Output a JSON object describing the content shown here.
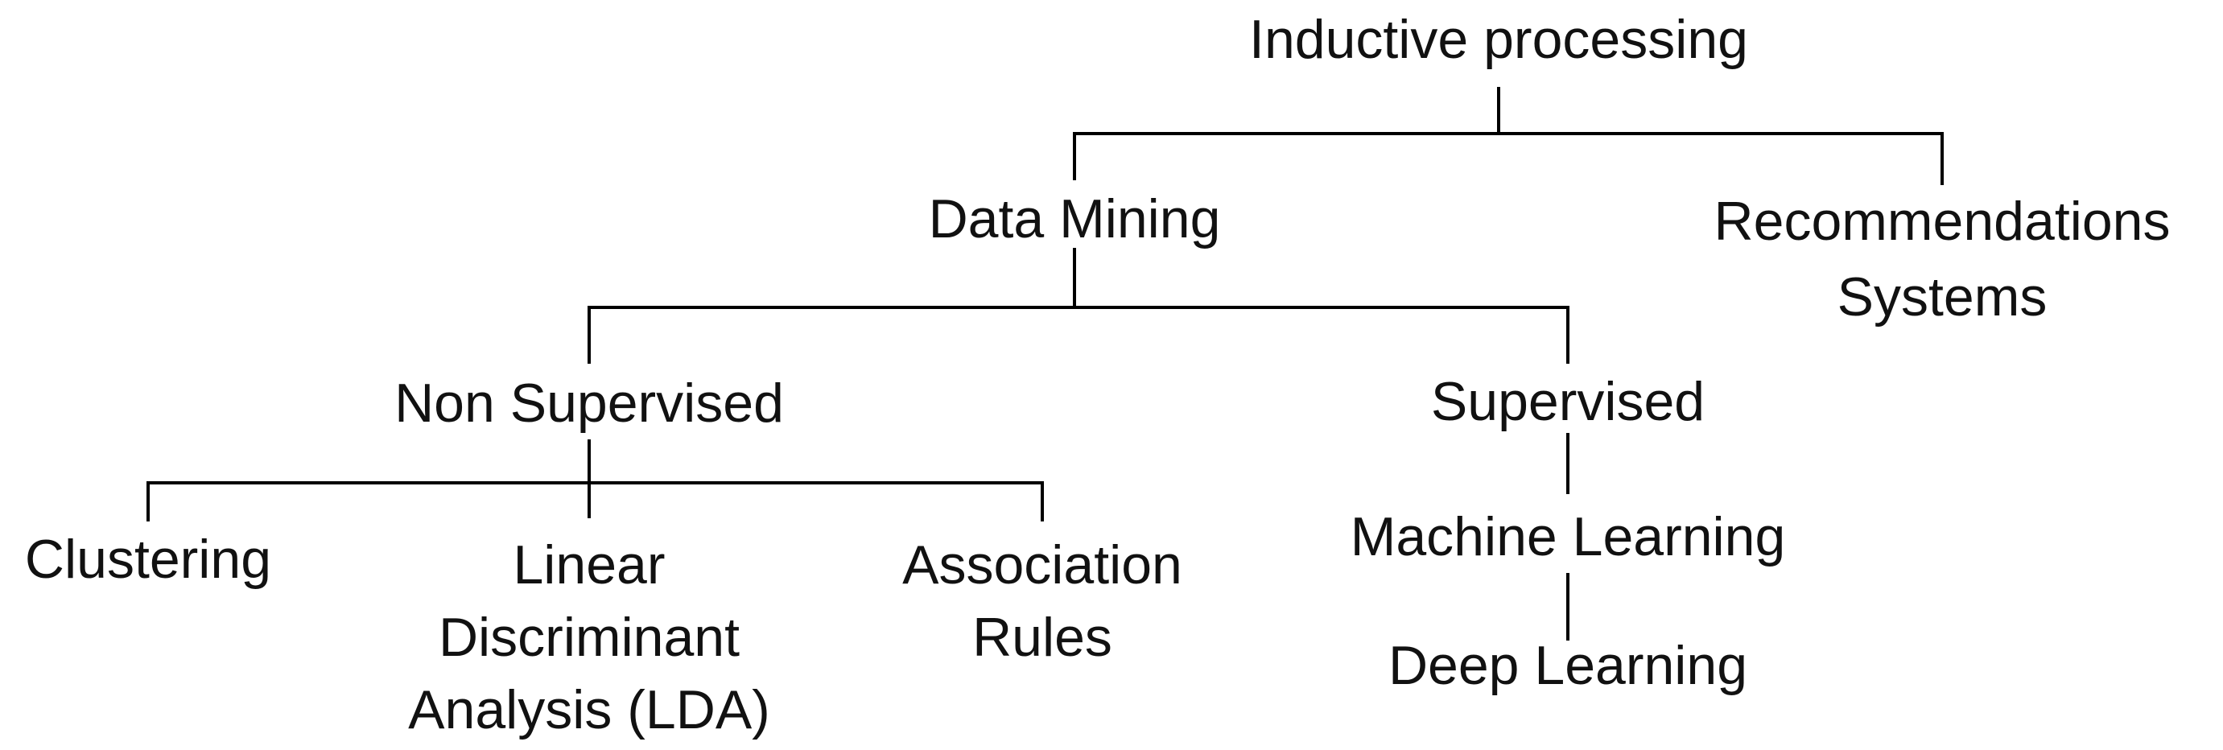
{
  "diagram": {
    "root": {
      "label": "Inductive processing"
    },
    "data_mining": {
      "label": "Data Mining"
    },
    "recommendations": {
      "line1": "Recommendations",
      "line2": "Systems"
    },
    "non_supervised": {
      "label": "Non Supervised"
    },
    "supervised": {
      "label": "Supervised"
    },
    "clustering": {
      "label": "Clustering"
    },
    "lda": {
      "line1": "Linear",
      "line2": "Discriminant",
      "line3": "Analysis (LDA)"
    },
    "association": {
      "line1": "Association",
      "line2": "Rules"
    },
    "machine_learning": {
      "label": "Machine Learning"
    },
    "deep_learning": {
      "label": "Deep Learning"
    }
  }
}
